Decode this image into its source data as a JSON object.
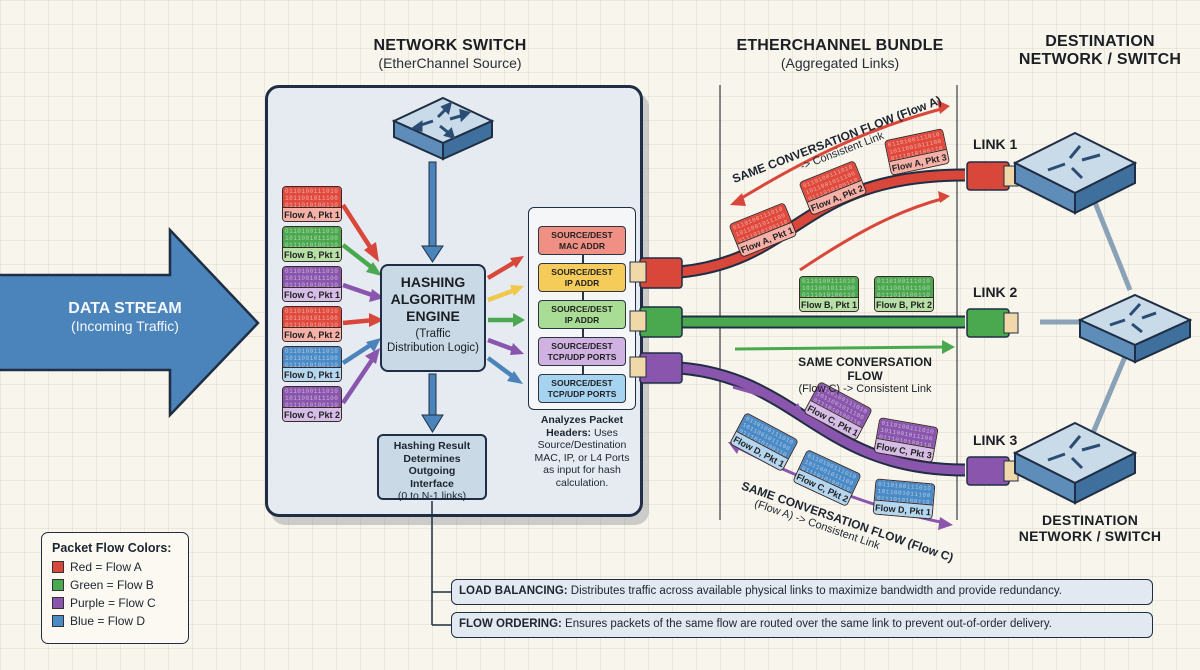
{
  "headers": {
    "source": {
      "title": "NETWORK SWITCH",
      "subtitle": "(EtherChannel Source)"
    },
    "bundle": {
      "title": "ETHERCHANNEL BUNDLE",
      "subtitle": "(Aggregated Links)"
    },
    "destination": {
      "title_line1": "DESTINATION",
      "title_line2": "NETWORK / SWITCH"
    }
  },
  "data_stream": {
    "title": "DATA STREAM",
    "subtitle": "(Incoming Traffic)"
  },
  "input_packets": [
    {
      "label": "Flow A, Pkt 1",
      "flow": "A",
      "color": "red"
    },
    {
      "label": "Flow B, Pkt 1",
      "flow": "B",
      "color": "green"
    },
    {
      "label": "Flow C, Pkt 1",
      "flow": "C",
      "color": "purple"
    },
    {
      "label": "Flow A, Pkt 2",
      "flow": "A",
      "color": "red"
    },
    {
      "label": "Flow D, Pkt 1",
      "flow": "D",
      "color": "blue"
    },
    {
      "label": "Flow C, Pkt 2",
      "flow": "C",
      "color": "purple"
    }
  ],
  "engine": {
    "title_line1": "HASHING",
    "title_line2": "ALGORITHM",
    "title_line3": "ENGINE",
    "subtitle_line1": "(Traffic",
    "subtitle_line2": "Distribution Logic)"
  },
  "result": {
    "line1": "Hashing Result",
    "line2": "Determines Outgoing",
    "line3": "Interface",
    "line4": "(0 to N-1 links)"
  },
  "header_fields": [
    {
      "line1": "SOURCE/DEST",
      "line2": "MAC ADDR",
      "color": "#f08f84"
    },
    {
      "line1": "SOURCE/DEST",
      "line2": "IP ADDR",
      "color": "#f5cc5a"
    },
    {
      "line1": "SOURCE/DEST",
      "line2": "IP ADDR",
      "color": "#a9dc95"
    },
    {
      "line1": "SOURCE/DEST",
      "line2": "TCP/UDP PORTS",
      "color": "#cfb2e2"
    },
    {
      "line1": "SOURCE/DEST",
      "line2": "TCP/UDP PORTS",
      "color": "#a6d3f0"
    }
  ],
  "header_note": {
    "bold": "Analyzes Packet Headers:",
    "text": "Uses Source/Destination MAC, IP, or L4 Ports as input for hash calculation."
  },
  "links": [
    {
      "label": "LINK 1",
      "color": "#d9473a"
    },
    {
      "label": "LINK 2",
      "color": "#4aa84e"
    },
    {
      "label": "LINK 3",
      "color": "#8a55ad"
    }
  ],
  "bundle_packets": {
    "link1": [
      "Flow A, Pkt 1",
      "Flow A, Pkt 2",
      "Flow A, Pkt 3"
    ],
    "link2": [
      "Flow B, Pkt 1",
      "Flow B, Pkt 2"
    ],
    "link3_purple": [
      "Flow C, Pkt 1",
      "Flow C, Pkt 3"
    ],
    "link3_blue": [
      "Flow D, Pkt 1",
      "Flow C, Pkt 2",
      "Flow D, Pkt 1"
    ]
  },
  "flow_notes": {
    "top": {
      "bold": "SAME CONVERSATION FLOW (Flow A)",
      "text": "-> Consistent Link"
    },
    "middle": {
      "bold": "SAME CONVERSATION FLOW",
      "text": "(Flow C) -> Consistent Link"
    },
    "bottom": {
      "bold": "SAME CONVERSATION FLOW (Flow C)",
      "text": "(Flow A) -> Consistent Link"
    }
  },
  "legend": {
    "title": "Packet Flow Colors:",
    "items": [
      {
        "label": "Red = Flow A",
        "color": "#d9473a"
      },
      {
        "label": "Green = Flow B",
        "color": "#4aa84e"
      },
      {
        "label": "Purple = Flow C",
        "color": "#8a55ad"
      },
      {
        "label": "Blue = Flow D",
        "color": "#4a8ac6"
      }
    ]
  },
  "notes": [
    {
      "bold": "LOAD BALANCING:",
      "text": " Distributes traffic across available physical links to maximize bandwidth and provide redundancy."
    },
    {
      "bold": "FLOW ORDERING:",
      "text": " Ensures packets of the same flow are routed over the same link to prevent out-of-order delivery."
    }
  ],
  "bits": "0110100111010 1011001011100 0111010100110"
}
